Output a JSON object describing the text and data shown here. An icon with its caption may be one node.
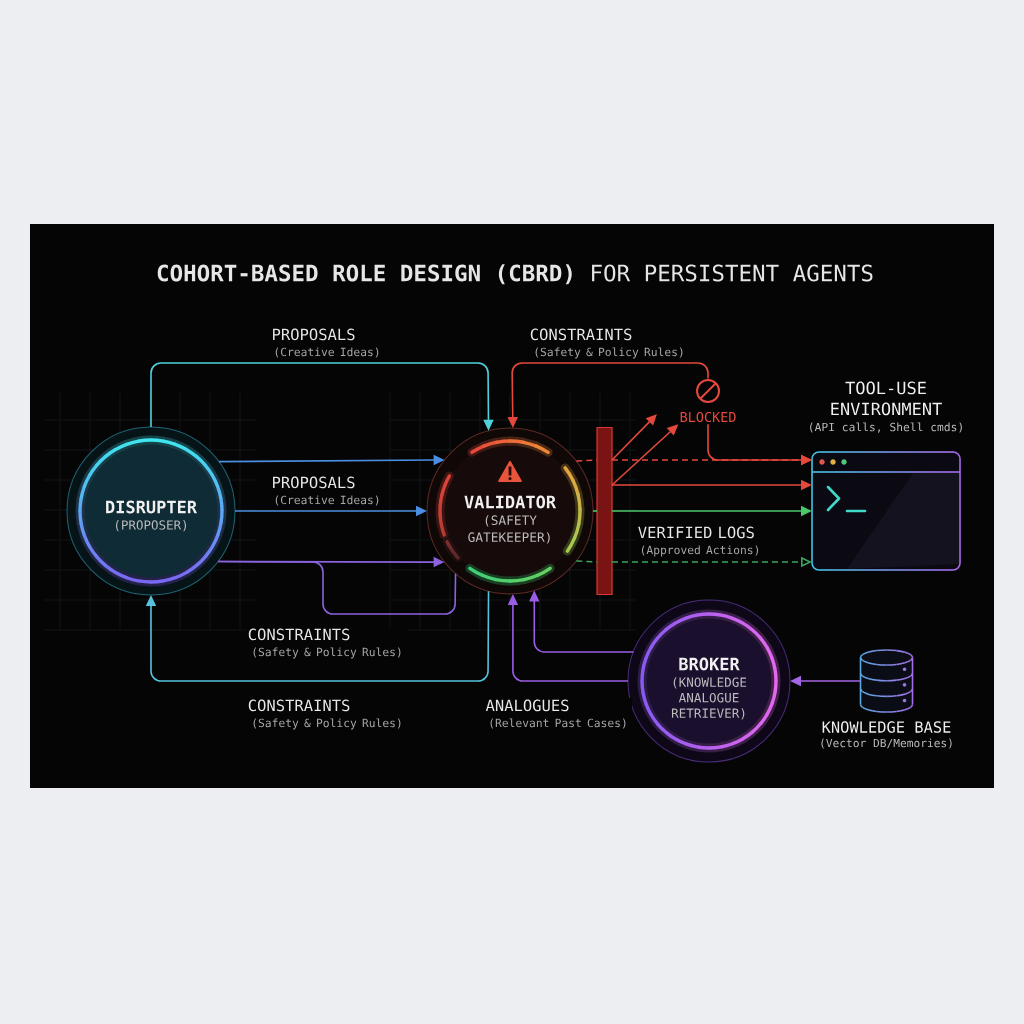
{
  "diagram": {
    "title": "**COHORT-BASED ROLE DESIGN (CBRD)** FOR PERSISTENT AGENTS",
    "nodes": [
      {
        "text": [
          "DISRUPTER",
          "(PROPOSER)"
        ]
      },
      {
        "text": [
          "VALIDATOR",
          "(SAFETY GATEKEEPER)"
        ]
      },
      {
        "text": [],
        "shape": "bar"
      },
      {
        "text": [
          "BLOCKED"
        ]
      },
      {
        "text": [
          "TOOL-USE ENVIRONMENT",
          "(API calls, Shell cmds)"
        ]
      },
      {
        "text": [
          "BROKER",
          "(KNOWLEDGE ANALOGUE RETRIEVER)"
        ]
      },
      {
        "text": [
          "KNOWLEDGE BASE",
          "(Vector DB/Memories)"
        ]
      }
    ],
    "edges": [
      {
        "from": 0,
        "to": 1,
        "arrow": "to",
        "label": "PROPOSALS (Creative Ideas)",
        "color": "#4fd2dc"
      },
      {
        "from": 0,
        "to": 1,
        "arrow": "to",
        "color": "#4a8fe2"
      },
      {
        "from": 0,
        "to": 1,
        "arrow": "to",
        "label": "PROPOSALS (Creative Ideas)",
        "color": "#4a8fe2"
      },
      {
        "from": 0,
        "to": 1,
        "arrow": "to",
        "color": "#8c63de"
      },
      {
        "from": 0,
        "to": 1,
        "arrow": "none",
        "label": "CONSTRAINTS (Safety & Policy Rules)",
        "color": "#8c63de"
      },
      {
        "from": 1,
        "to": 0,
        "arrow": "to",
        "label": "CONSTRAINTS (Safety & Policy Rules)",
        "color": "#56c2dc"
      },
      {
        "from": 3,
        "to": 1,
        "arrow": "to",
        "label": "CONSTRAINTS (Safety & Policy Rules)"
      },
      {
        "from": 3,
        "to": 4,
        "arrow": "to"
      },
      {
        "from": 1,
        "to": 2,
        "arrow": "none",
        "style": "dashed"
      },
      {
        "from": 2,
        "to": 4,
        "arrow": "to",
        "style": "dashed"
      },
      {
        "from": 2,
        "to": null,
        "arrow": "to"
      },
      {
        "from": 2,
        "to": 3,
        "arrow": "to"
      },
      {
        "from": 2,
        "to": 4,
        "arrow": "to"
      },
      {
        "from": 1,
        "to": 2,
        "arrow": "none",
        "color": "#4cc86c"
      },
      {
        "from": 2,
        "to": 4,
        "arrow": "to",
        "label": "VERIFIED LOGS (Approved Actions)",
        "color": "#4cc86c"
      },
      {
        "from": 1,
        "to": 2,
        "arrow": "none",
        "style": "dashed",
        "color": "#3ba55e"
      },
      {
        "from": 2,
        "to": 4,
        "arrow": "to",
        "style": "dashed",
        "color": "#3ba55e"
      },
      {
        "from": 5,
        "to": 1,
        "arrow": "to",
        "color": "#9b5de5"
      },
      {
        "from": 5,
        "to": 1,
        "arrow": "to",
        "label": "ANALOGUES (Relevant Past Cases)",
        "color": "#9b5de5"
      },
      {
        "from": 6,
        "to": 5,
        "arrow": "to",
        "color": "#a466e6"
      }
    ]
  }
}
